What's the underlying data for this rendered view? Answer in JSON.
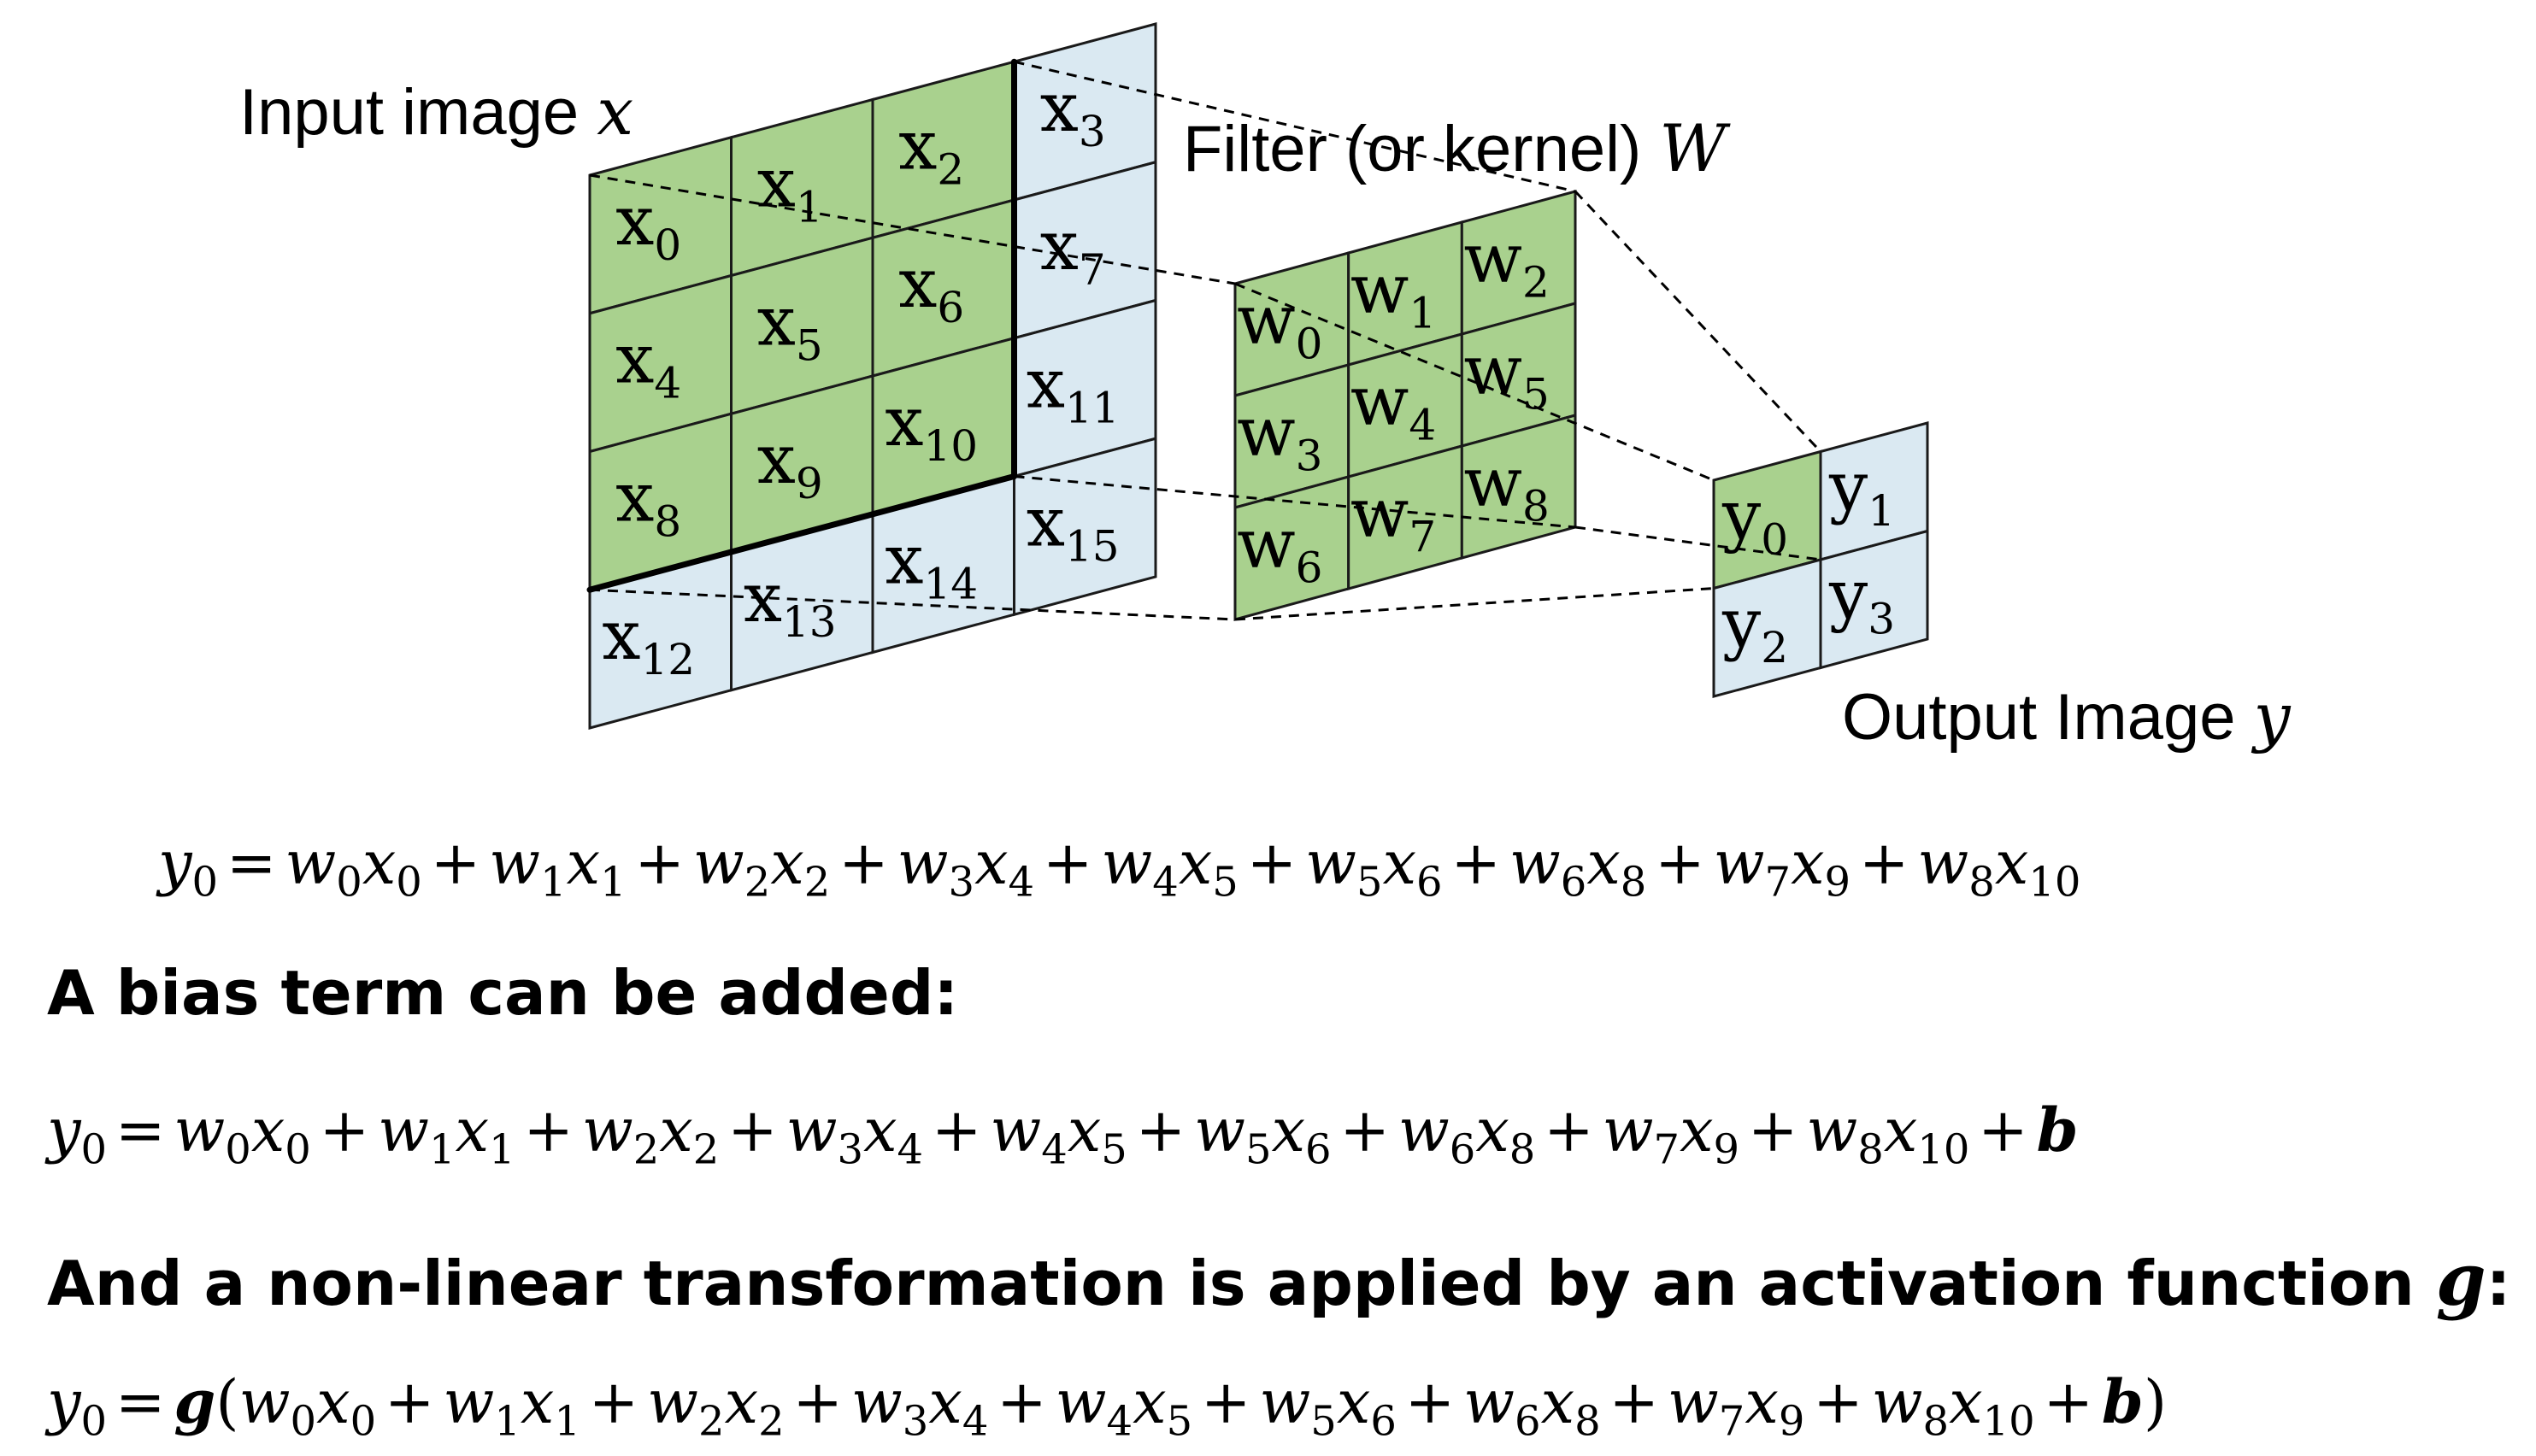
{
  "labels": {
    "input_prefix": "Input image ",
    "input_var": "x",
    "filter_prefix": "Filter (or kernel) ",
    "filter_var": "W",
    "output_prefix": "Output Image ",
    "output_var": "y"
  },
  "input_cells": [
    {
      "id": "x0",
      "base": "x",
      "sub": "0",
      "fill": "green"
    },
    {
      "id": "x1",
      "base": "x",
      "sub": "1",
      "fill": "green"
    },
    {
      "id": "x2",
      "base": "x",
      "sub": "2",
      "fill": "green"
    },
    {
      "id": "x3",
      "base": "x",
      "sub": "3",
      "fill": "blue"
    },
    {
      "id": "x4",
      "base": "x",
      "sub": "4",
      "fill": "green"
    },
    {
      "id": "x5",
      "base": "x",
      "sub": "5",
      "fill": "green"
    },
    {
      "id": "x6",
      "base": "x",
      "sub": "6",
      "fill": "green"
    },
    {
      "id": "x7",
      "base": "x",
      "sub": "7",
      "fill": "blue"
    },
    {
      "id": "x8",
      "base": "x",
      "sub": "8",
      "fill": "green"
    },
    {
      "id": "x9",
      "base": "x",
      "sub": "9",
      "fill": "green"
    },
    {
      "id": "x10",
      "base": "x",
      "sub": "10",
      "fill": "green"
    },
    {
      "id": "x11",
      "base": "x",
      "sub": "11",
      "fill": "blue"
    },
    {
      "id": "x12",
      "base": "x",
      "sub": "12",
      "fill": "blue"
    },
    {
      "id": "x13",
      "base": "x",
      "sub": "13",
      "fill": "blue"
    },
    {
      "id": "x14",
      "base": "x",
      "sub": "14",
      "fill": "blue"
    },
    {
      "id": "x15",
      "base": "x",
      "sub": "15",
      "fill": "blue"
    }
  ],
  "filter_cells": [
    {
      "id": "w0",
      "base": "w",
      "sub": "0",
      "fill": "green"
    },
    {
      "id": "w1",
      "base": "w",
      "sub": "1",
      "fill": "green"
    },
    {
      "id": "w2",
      "base": "w",
      "sub": "2",
      "fill": "green"
    },
    {
      "id": "w3",
      "base": "w",
      "sub": "3",
      "fill": "green"
    },
    {
      "id": "w4",
      "base": "w",
      "sub": "4",
      "fill": "green"
    },
    {
      "id": "w5",
      "base": "w",
      "sub": "5",
      "fill": "green"
    },
    {
      "id": "w6",
      "base": "w",
      "sub": "6",
      "fill": "green"
    },
    {
      "id": "w7",
      "base": "w",
      "sub": "7",
      "fill": "green"
    },
    {
      "id": "w8",
      "base": "w",
      "sub": "8",
      "fill": "green"
    }
  ],
  "output_cells": [
    {
      "id": "y0",
      "base": "y",
      "sub": "0",
      "fill": "green"
    },
    {
      "id": "y1",
      "base": "y",
      "sub": "1",
      "fill": "blue"
    },
    {
      "id": "y2",
      "base": "y",
      "sub": "2",
      "fill": "blue"
    },
    {
      "id": "y3",
      "base": "y",
      "sub": "3",
      "fill": "blue"
    }
  ],
  "colors": {
    "green": "#a9d18e",
    "blue": "#dae9f2",
    "line": "#1a1a1a"
  },
  "equations": {
    "lhs": "y",
    "lhs_sub": "0",
    "equals": "=",
    "plus": "+",
    "terms": [
      {
        "w": "w",
        "w_sub": "0",
        "x": "x",
        "x_sub": "0"
      },
      {
        "w": "w",
        "w_sub": "1",
        "x": "x",
        "x_sub": "1"
      },
      {
        "w": "w",
        "w_sub": "2",
        "x": "x",
        "x_sub": "2"
      },
      {
        "w": "w",
        "w_sub": "3",
        "x": "x",
        "x_sub": "4"
      },
      {
        "w": "w",
        "w_sub": "4",
        "x": "x",
        "x_sub": "5"
      },
      {
        "w": "w",
        "w_sub": "5",
        "x": "x",
        "x_sub": "6"
      },
      {
        "w": "w",
        "w_sub": "6",
        "x": "x",
        "x_sub": "8"
      },
      {
        "w": "w",
        "w_sub": "7",
        "x": "x",
        "x_sub": "9"
      },
      {
        "w": "w",
        "w_sub": "8",
        "x": "x",
        "x_sub": "10"
      }
    ],
    "bias": "b",
    "activation": "g",
    "open_paren": "(",
    "close_paren": ")"
  },
  "headings": {
    "bias_heading": "A bias term can be added:",
    "activation_heading_prefix": "And a non-linear transformation is applied by an activation function ",
    "activation_heading_var": "g",
    "activation_heading_suffix": ":"
  }
}
